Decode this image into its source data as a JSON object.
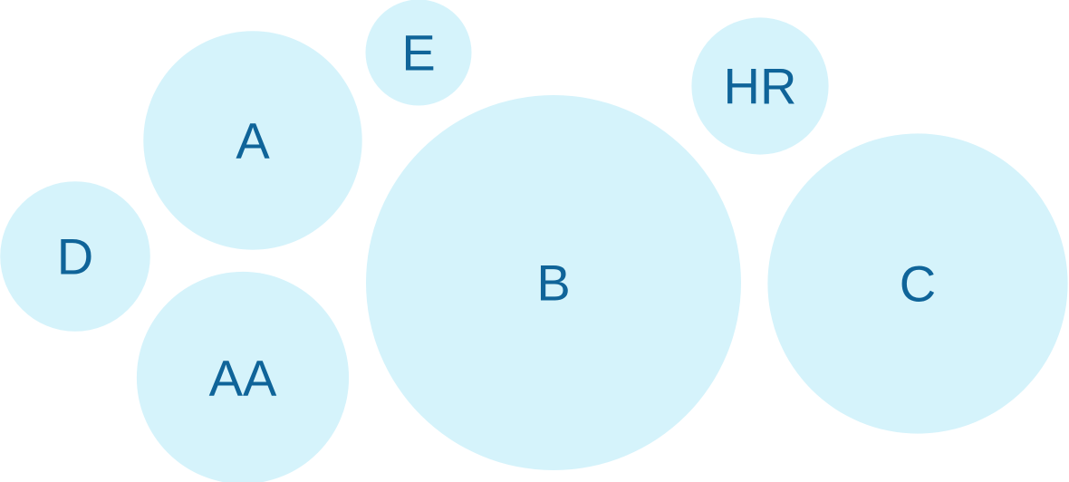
{
  "chart_data": {
    "type": "bubble",
    "title": "",
    "colors": {
      "bubble_fill": "#d5f3fb",
      "label_text": "#0f6499",
      "background": "#ffffff"
    },
    "bubbles": [
      {
        "label": "A",
        "value": 51
      },
      {
        "label": "AA",
        "value": 48
      },
      {
        "label": "B",
        "value": 150
      },
      {
        "label": "C",
        "value": 96
      },
      {
        "label": "D",
        "value": 24
      },
      {
        "label": "E",
        "value": 12
      },
      {
        "label": "HR",
        "value": 20
      }
    ]
  }
}
